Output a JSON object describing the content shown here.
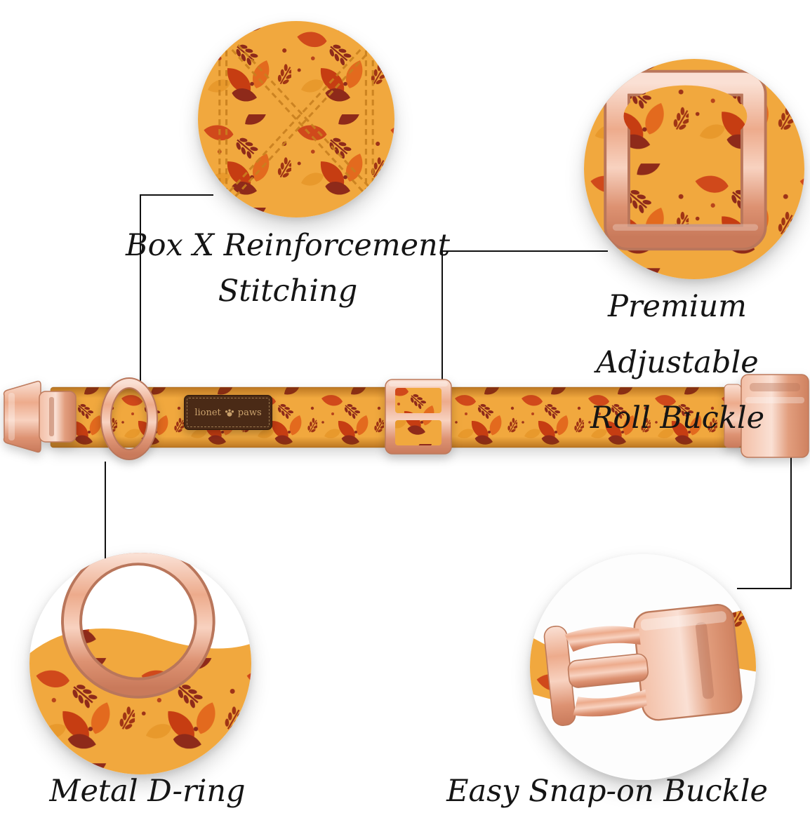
{
  "page": {
    "background": "#FFFFFF"
  },
  "callouts": {
    "stitching": {
      "line1": "Box X Reinforcement",
      "line2": "Stitching"
    },
    "roll_buckle": {
      "line1": "Premium Adjustable",
      "line2": "Roll Buckle"
    },
    "d_ring": {
      "line1": "Metal D-ring"
    },
    "snap_buckle": {
      "line1": "Easy Snap-on Buckle"
    }
  },
  "collar": {
    "brand_tag": {
      "left": "lionet",
      "right": "paws"
    }
  },
  "colors": {
    "fabric_orange": "#F1A83E",
    "leaf_orange": "#E36A1E",
    "leaf_red": "#C63D12",
    "leaf_maroon": "#8E2A1A",
    "rose_gold": "#EDAB8C",
    "tag_background": "#4A2A16",
    "tag_text": "#C8A06B",
    "callout_text": "#151515",
    "callout_line": "#111111"
  }
}
